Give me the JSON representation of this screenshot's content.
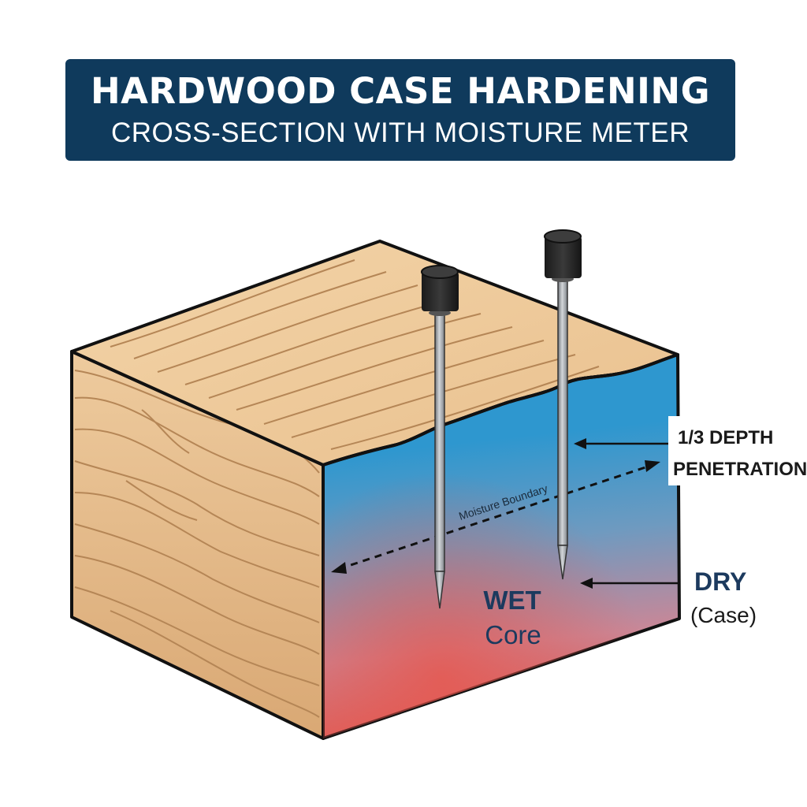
{
  "title": {
    "main": "HARDWOOD CASE HARDENING",
    "subtitle": "CROSS-SECTION WITH MOISTURE METER"
  },
  "labels": {
    "depth_line1": "1/3 DEPTH",
    "depth_line2": "PENETRATION",
    "moisture_boundary": "Moisture Boundary",
    "wet_line1": "WET",
    "wet_line2": "Core",
    "dry_line1": "DRY",
    "dry_line2": "(Case)"
  },
  "colors": {
    "banner": "#0f3a5c",
    "wood_light": "#eec99b",
    "wood_grain": "#b9895b",
    "wet_blue": "#2e97cf",
    "core_red": "#e25a52",
    "probe_cap": "#262626",
    "probe_metal": "#9aa0a6",
    "label_navy": "#1c3a5e"
  },
  "icons": {
    "left_probe": "probe-pin-icon",
    "right_probe": "probe-pin-icon"
  }
}
